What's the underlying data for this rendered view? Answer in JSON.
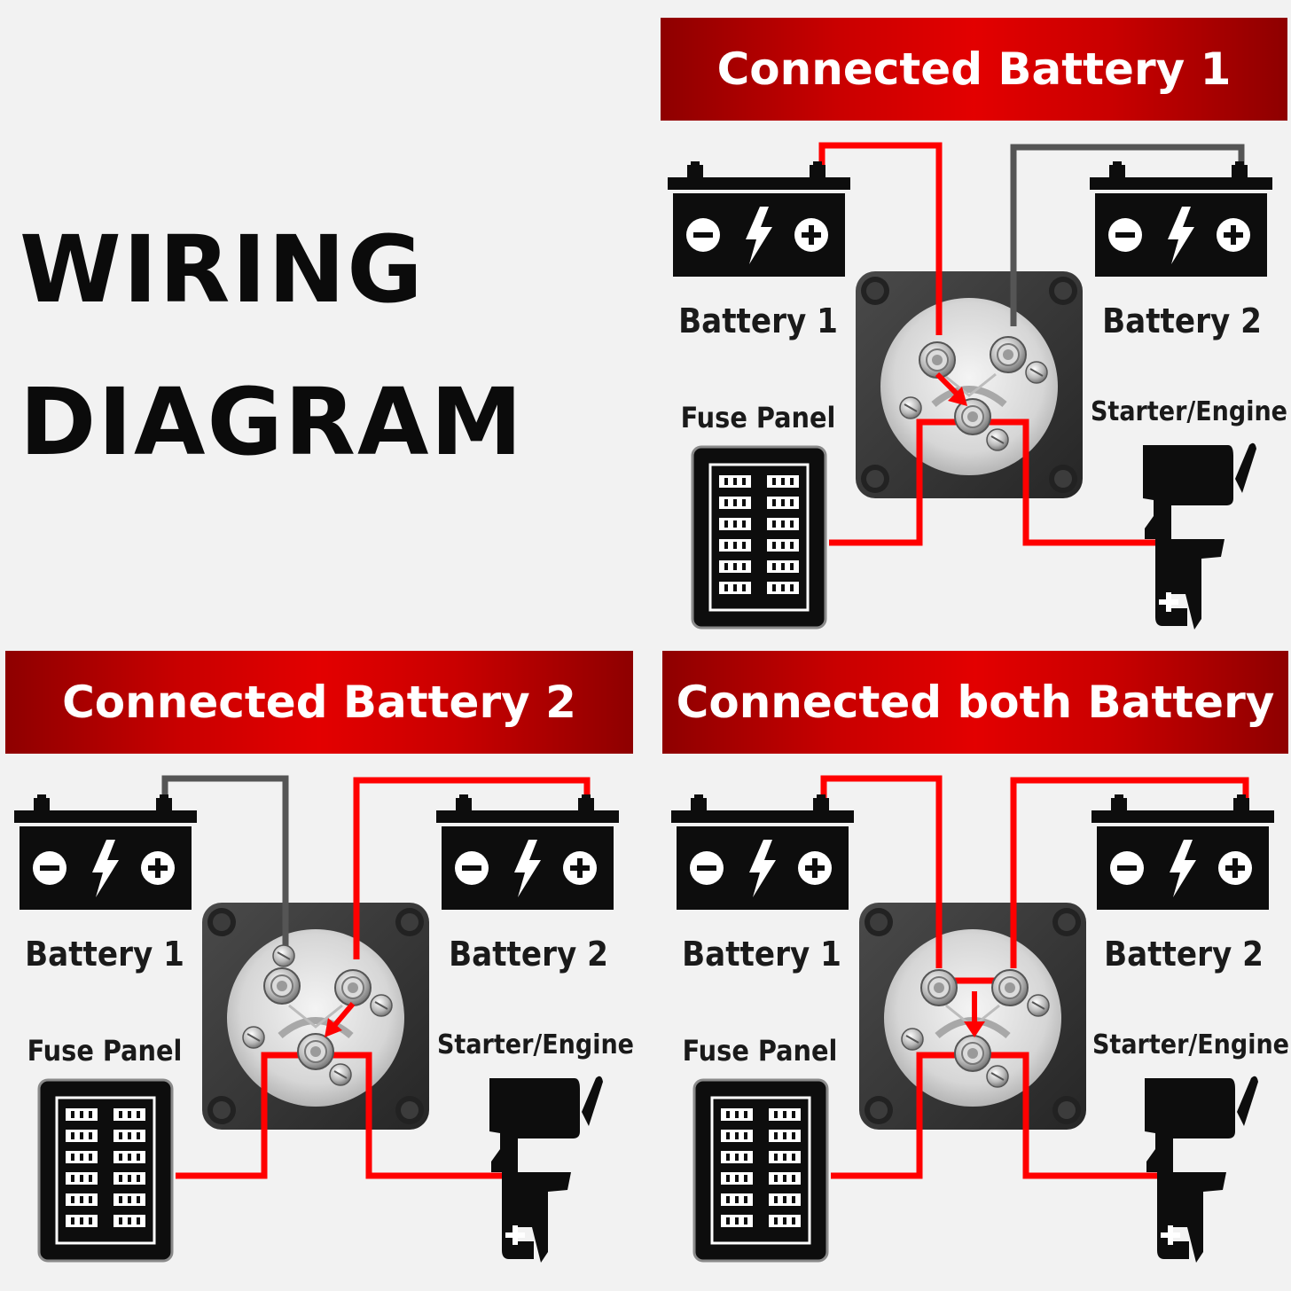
{
  "title": {
    "line1": "WIRING",
    "line2": "DIAGRAM"
  },
  "colors": {
    "banner": "#d40000",
    "wire_active": "#ff0000",
    "wire_inactive": "#555555",
    "battery_body": "#0d0d0d",
    "switch_body": "#3a3a3a",
    "background": "#f2f2f2"
  },
  "panels": [
    {
      "id": "battery-1",
      "banner": "Connected Battery 1",
      "labels": {
        "battery1": "Battery 1",
        "battery2": "Battery 2",
        "fuse_panel": "Fuse Panel",
        "starter": "Starter/Engine"
      }
    },
    {
      "id": "battery-2",
      "banner": "Connected Battery 2",
      "labels": {
        "battery1": "Battery 1",
        "battery2": "Battery 2",
        "fuse_panel": "Fuse Panel",
        "starter": "Starter/Engine"
      }
    },
    {
      "id": "both",
      "banner": "Connected both Battery",
      "labels": {
        "battery1": "Battery 1",
        "battery2": "Battery 2",
        "fuse_panel": "Fuse Panel",
        "starter": "Starter/Engine"
      }
    }
  ],
  "icons": {
    "battery_minus": "minus-icon",
    "battery_bolt": "lightning-bolt-icon",
    "battery_plus": "plus-icon",
    "engine": "outboard-motor-icon",
    "engine_plus": "plus-icon",
    "selector_arrow": "arrow-down-icon"
  }
}
